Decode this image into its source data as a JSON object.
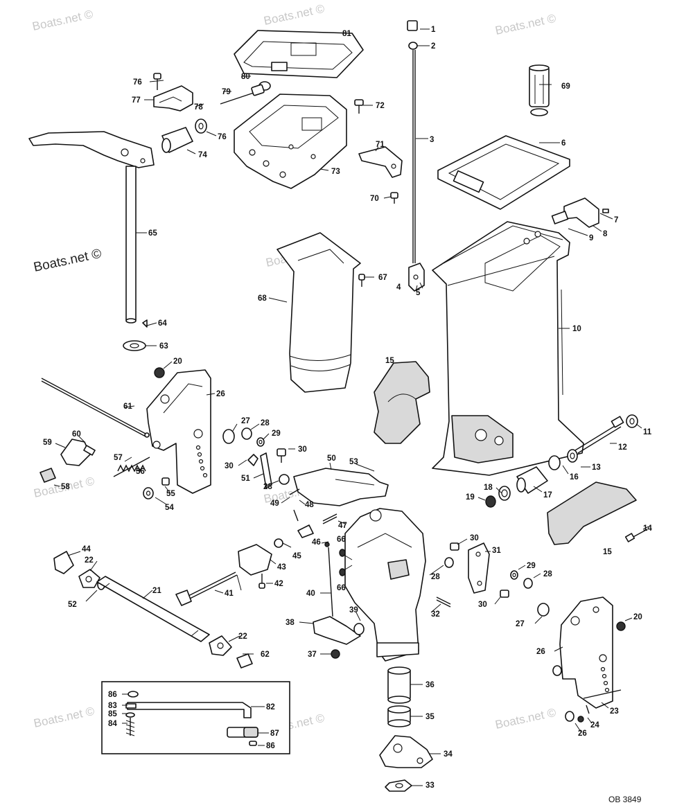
{
  "watermark_text": "Boats.net ©",
  "figure_code": "OB 3849",
  "callouts": [
    "1",
    "2",
    "3",
    "4",
    "5",
    "6",
    "7",
    "8",
    "9",
    "10",
    "11",
    "12",
    "13",
    "14",
    "15",
    "16",
    "17",
    "18",
    "19",
    "20",
    "21",
    "22",
    "23",
    "24",
    "26",
    "27",
    "28",
    "29",
    "30",
    "31",
    "32",
    "33",
    "34",
    "35",
    "36",
    "37",
    "38",
    "39",
    "40",
    "41",
    "42",
    "43",
    "44",
    "45",
    "46",
    "47",
    "48",
    "49",
    "50",
    "51",
    "52",
    "53",
    "54",
    "55",
    "56",
    "57",
    "58",
    "59",
    "60",
    "61",
    "62",
    "63",
    "64",
    "65",
    "66",
    "67",
    "68",
    "69",
    "70",
    "71",
    "72",
    "73",
    "74",
    "76",
    "77",
    "78",
    "79",
    "80",
    "81",
    "82",
    "83",
    "84",
    "85",
    "86",
    "87"
  ]
}
